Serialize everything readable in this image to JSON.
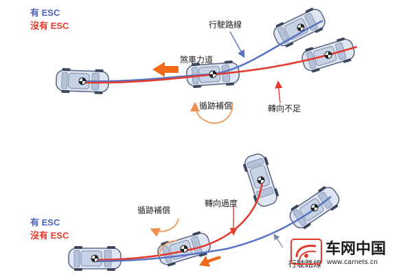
{
  "colors": {
    "with_esc": "#4a64b8",
    "without_esc": "#e23a2c",
    "force_arrow": "#f06a1a",
    "car_body": "#d9e1ee",
    "car_outline": "#6a7692"
  },
  "top_panel": {
    "legend_with": "有 ESC",
    "legend_without": "沒有 ESC",
    "label_path": "行駛路線",
    "label_brake": "煞車力道",
    "label_compensation": "循跡補償",
    "label_understeer": "轉向不足"
  },
  "bottom_panel": {
    "legend_with": "有 ESC",
    "legend_without": "沒有 ESC",
    "label_compensation": "循跡補償",
    "label_oversteer": "轉向過度",
    "label_path": "行駛路線"
  },
  "watermark": {
    "brand": "车网中国",
    "url": "www.carnets.cn"
  }
}
